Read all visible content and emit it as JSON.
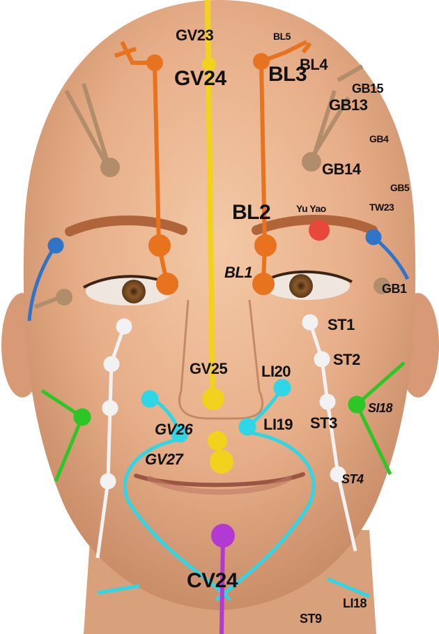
{
  "labels": {
    "gv23": "GV23",
    "bl5": "BL5",
    "gv24": "GV24",
    "bl3": "BL3",
    "bl4": "BL4",
    "gb15": "GB15",
    "gb13": "GB13",
    "gb4": "GB4",
    "gb14": "GB14",
    "gb5": "GB5",
    "bl2": "BL2",
    "yu_yao": "Yu Yao",
    "tw23": "TW23",
    "bl1": "BL1",
    "gb1": "GB1",
    "st1": "ST1",
    "st2": "ST2",
    "gv25": "GV25",
    "li20": "LI20",
    "si18": "SI18",
    "gv26": "GV26",
    "li19": "LI19",
    "st3": "ST3",
    "gv27": "GV27",
    "st4": "ST4",
    "cv24": "CV24",
    "st9": "ST9",
    "li18": "LI18"
  },
  "colors": {
    "governing_vessel": "#f2d21c",
    "bladder": "#e8731f",
    "gallbladder": "#b28d6c",
    "yu_yao": "#e8473a",
    "triple_warmer": "#2f74c6",
    "stomach": "#f2f2f2",
    "large_intestine": "#2ed6e6",
    "small_intestine": "#2cc626",
    "conception_vessel": "#b23ad2",
    "skin": "#e8b48f"
  }
}
